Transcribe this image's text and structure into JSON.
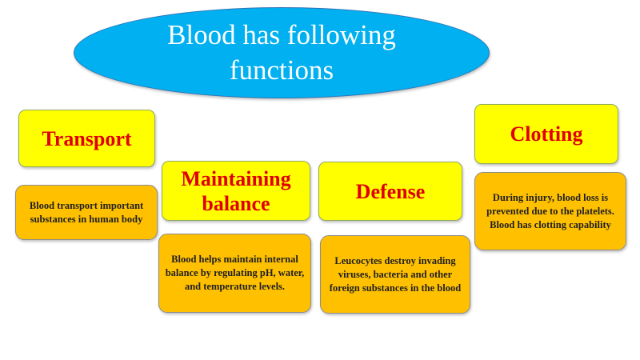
{
  "title": "Blood has following functions",
  "colors": {
    "title_bg": "#00b0f0",
    "title_text": "#ffffff",
    "heading_bg": "#ffff00",
    "heading_text": "#e00000",
    "description_bg": "#ffc000"
  },
  "functions": [
    {
      "heading": "Transport",
      "description": "Blood transport important substances in human body"
    },
    {
      "heading": "Maintaining balance",
      "description": "Blood helps maintain internal balance by regulating pH, water, and temperature levels."
    },
    {
      "heading": "Defense",
      "description": "Leucocytes destroy invading viruses, bacteria and other foreign substances in the blood"
    },
    {
      "heading": "Clotting",
      "description": "During injury, blood loss is prevented due to the platelets. Blood has clotting capability"
    }
  ]
}
